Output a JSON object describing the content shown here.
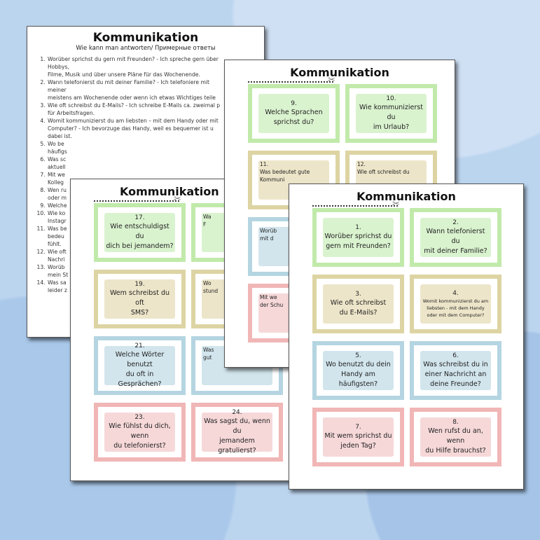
{
  "colors": {
    "background": "#bcd5ef",
    "green": "#c1eaaa",
    "tan": "#ddd4a3",
    "blue": "#b4d5e1",
    "pink": "#f1b6b6"
  },
  "answers_page": {
    "title": "Kommunikation",
    "subtitle": "Wie kann man antworten/ Примерные ответы",
    "items": [
      "Worüber sprichst du gern mit Freunden? - Ich spreche gern über Hobbys,\nFilme, Musik und über unsere Pläne für das Wochenende.",
      "Wann telefonierst du mit deiner Familie? - Ich telefoniere mit meiner\nmeistens am Wochenende oder wenn ich etwas Wichtiges teile",
      "Wie oft schreibst du E-Mails? - Ich schreibe E-Mails ca. zweimal p\nfür Arbeitsfragen.",
      "Womit kommunizierst du am liebsten – mit dem Handy oder mit\nComputer? - Ich bevorzuge das Handy, weil es bequemer ist u\ndabei ist.",
      "Wo be\nhäufigs",
      "Was sc\naktuell",
      "Mit we\nKolleg",
      "Wen ru\noder m",
      "Welche",
      "Wie ko\nInstagr",
      "Was be\nbedeu\nfühlt.",
      "Wie oft\nNachri",
      "Worüb\nmein St",
      "Was sa\nleider z"
    ]
  },
  "pages": [
    {
      "id": "pB",
      "title": "Kommunikation",
      "cards": [
        {
          "num": "17.",
          "text": "Wie entschuldigst du\ndich bei jemandem?"
        },
        {
          "num": "",
          "text": "Wa\nF"
        },
        {
          "num": "19.",
          "text": "Wem schreibst du oft\nSMS?"
        },
        {
          "num": "",
          "text": "Wo\nstund"
        },
        {
          "num": "21.",
          "text": "Welche Wörter benutzt\ndu oft in Gesprächen?"
        },
        {
          "num": "",
          "text": "Was\ngut"
        },
        {
          "num": "23.",
          "text": "Wie fühlst du dich, wenn\ndu telefonierst?"
        },
        {
          "num": "24.",
          "text": "Was sagst du, wenn du\njemandem gratulierst?"
        }
      ]
    },
    {
      "id": "pC",
      "title": "Kommunikation",
      "cards": [
        {
          "num": "9.",
          "text": "Welche Sprachen\nsprichst du?"
        },
        {
          "num": "10.",
          "text": "Wie kommunizierst du\nim Urlaub?"
        },
        {
          "num": "11.",
          "text": "Was bedeutet gute\nKommuni"
        },
        {
          "num": "12.",
          "text": "Wie oft schreibst du"
        },
        {
          "num": "",
          "text": "Worüb\nmit d"
        },
        {
          "num": "",
          "text": ""
        },
        {
          "num": "",
          "text": "Mit we\nder Schu"
        },
        {
          "num": "",
          "text": ""
        }
      ]
    },
    {
      "id": "pD",
      "title": "Kommunikation",
      "cards": [
        {
          "num": "1.",
          "text": "Worüber sprichst du\ngern mit Freunden?"
        },
        {
          "num": "2.",
          "text": "Wann telefonierst du\nmit deiner Familie?"
        },
        {
          "num": "3.",
          "text": "Wie oft schreibst\ndu E-Mails?"
        },
        {
          "num": "4.",
          "text": "Womit kommunizierst du am\nliebsten - mit dem Handy\noder mit dem Computer?",
          "small": true
        },
        {
          "num": "5.",
          "text": "Wo benutzt du dein\nHandy am häufigsten?"
        },
        {
          "num": "6.",
          "text": "Was schreibst du in\neiner Nachricht an\ndeine Freunde?"
        },
        {
          "num": "7.",
          "text": "Mit wem sprichst du\njeden Tag?"
        },
        {
          "num": "8.",
          "text": "Wen rufst du an, wenn\ndu Hilfe brauchst?"
        }
      ]
    }
  ]
}
